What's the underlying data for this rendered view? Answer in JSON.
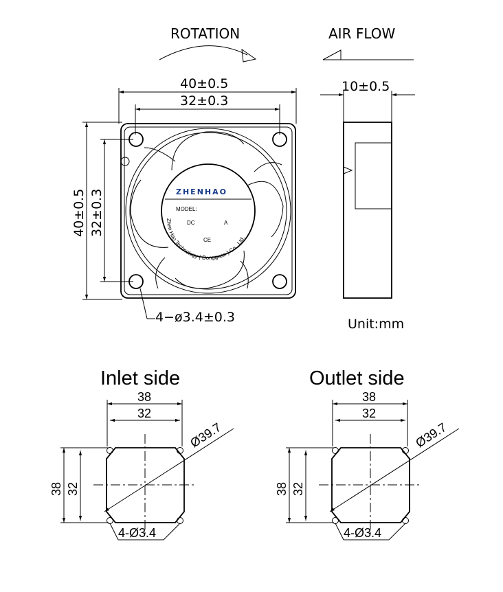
{
  "top": {
    "rotation_label": "ROTATION",
    "airflow_label": "AIR FLOW",
    "width_outer": "40±0.5",
    "width_holes": "32±0.3",
    "height_outer": "40±0.5",
    "height_holes": "32±0.3",
    "depth": "10±0.5",
    "hole_spec": "4−ø3.4±0.3",
    "unit": "Unit:mm"
  },
  "fan_label": {
    "brand": "ZHENHAO",
    "model": "MODEL:",
    "dc": "DC",
    "amp": "A",
    "ce": "CE",
    "company": "Zhen Hao Technology ( Dongguan ) Co., Ltd."
  },
  "inlet": {
    "title": "Inlet side",
    "dim_38_h": "38",
    "dim_32_h": "32",
    "dim_38_v": "38",
    "dim_32_v": "32",
    "diameter": "Ø39.7",
    "holes": "4-Ø3.4"
  },
  "outlet": {
    "title": "Outlet side",
    "dim_38_h": "38",
    "dim_32_h": "32",
    "dim_38_v": "38",
    "dim_32_v": "32",
    "diameter": "Ø39.7",
    "holes": "4-Ø3.4"
  },
  "colors": {
    "line": "#000000",
    "brand": "#1a3c8c",
    "background": "#ffffff"
  }
}
